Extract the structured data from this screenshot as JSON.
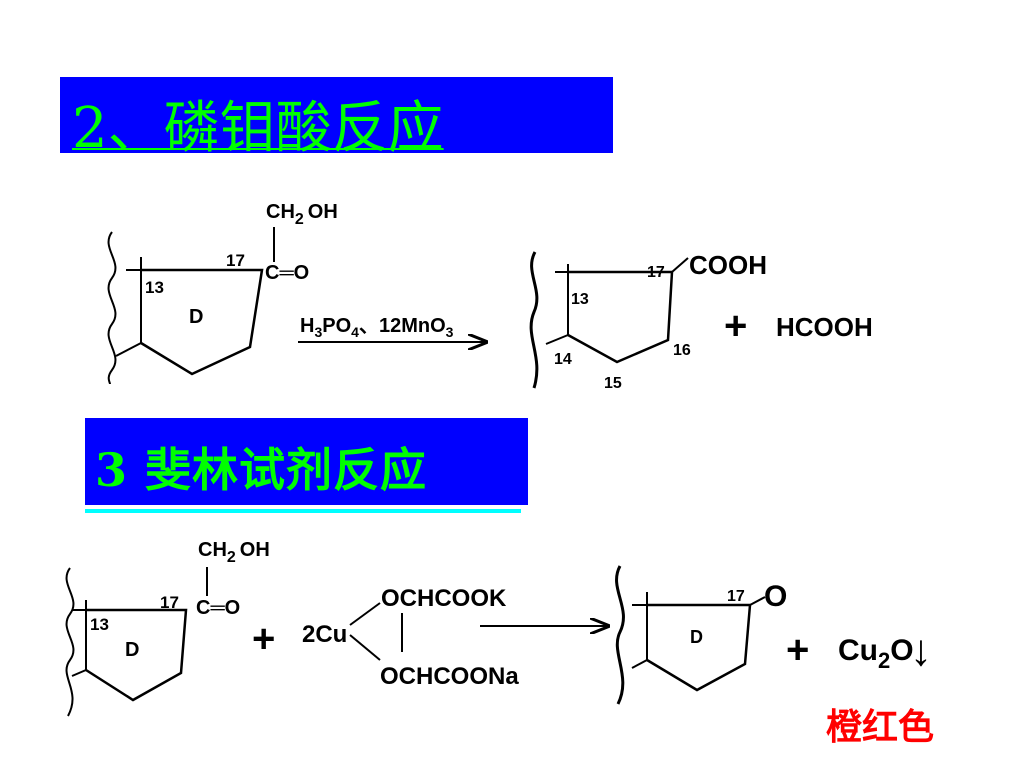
{
  "section1": {
    "title": "2、磷钼酸反应"
  },
  "section2": {
    "title": "3 斐林试剂反应"
  },
  "reaction1": {
    "substituent_top": "CH",
    "substituent_sub": "2",
    "substituent_oh": "OH",
    "carbonyl": "C═O",
    "num_17": "17",
    "num_13": "13",
    "ring_label": "D",
    "reagent_h3po4_a": "H",
    "reagent_h3po4_sub3": "3",
    "reagent_h3po4_b": "PO",
    "reagent_h3po4_sub4": "4",
    "reagent_mid": "、12MnO",
    "reagent_sub3": "3",
    "product_cooh": "COOH",
    "product_num_17": "17",
    "product_num_13": "13",
    "product_num_14": "14",
    "product_num_15": "15",
    "product_num_16": "16",
    "plus": "+",
    "byproduct": "HCOOH"
  },
  "reaction2": {
    "substituent_top": "CH",
    "substituent_sub": "2",
    "substituent_oh": "OH",
    "carbonyl": "C═O",
    "num_17": "17",
    "num_13": "13",
    "ring_label": "D",
    "plus1": "+",
    "reagent_cu": "2Cu",
    "reagent_top": "OCHCOOK",
    "reagent_bottom": "OCHCOONa",
    "product_num_17": "17",
    "product_o": "O",
    "product_ring_label": "D",
    "plus2": "+",
    "cu2o_a": "Cu",
    "cu2o_sub": "2",
    "cu2o_b": "O",
    "precipitate_arrow": "↓",
    "color_note": "橙红色"
  },
  "colors": {
    "title_bg": "#0000ff",
    "title_text": "#00ff00",
    "underline": "#00ffff",
    "note": "#ff0000"
  }
}
